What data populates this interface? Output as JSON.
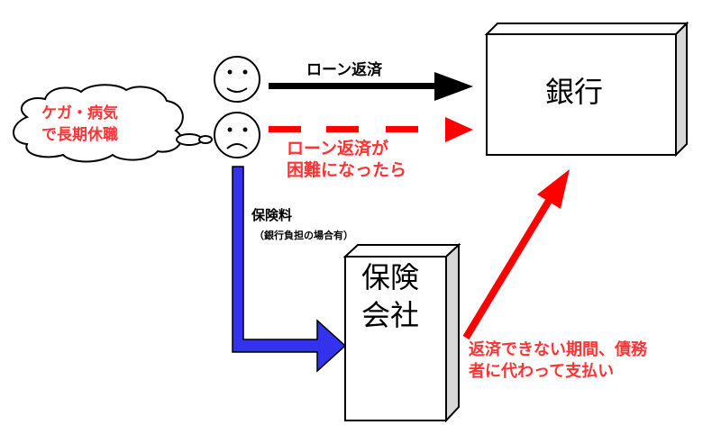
{
  "bank": {
    "label": "銀行"
  },
  "insurer": {
    "line1": "保険",
    "line2": "会社"
  },
  "cloud": {
    "line1": "ケガ・病気",
    "line2": "で長期休職"
  },
  "arrows": {
    "repay_label": "ローン返済",
    "trouble_line1": "ローン返済が",
    "trouble_line2": "困難になったら",
    "premium_label": "保険料",
    "premium_note": "（銀行負担の場合有）",
    "payout_line1": "返済できない期間、債務",
    "payout_line2": "者に代わって支払い"
  },
  "colors": {
    "red": "#ff0000",
    "blue": "#3333ee",
    "black": "#000000"
  }
}
